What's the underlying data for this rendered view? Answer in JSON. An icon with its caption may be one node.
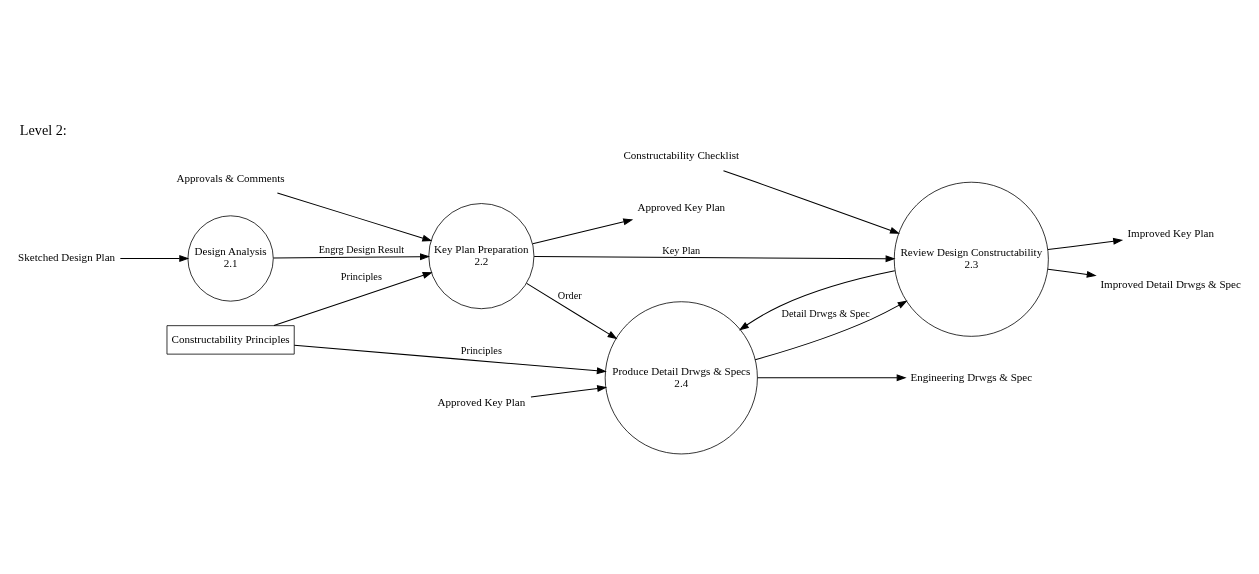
{
  "diagram": {
    "title": "Level 2:",
    "nodes": [
      {
        "text": [
          "Sketched Design Plan"
        ]
      },
      {
        "text": [
          "Design Analysis",
          "2.1"
        ]
      },
      {
        "text": [
          "Key Plan Preparation",
          "2.2"
        ]
      },
      {
        "text": [
          "Approved Key Plan"
        ]
      },
      {
        "text": [
          "Constructability Principles"
        ]
      },
      {
        "text": [
          "Approved Key Plan"
        ]
      },
      {
        "text": [
          "Produce Detail Drwgs & Specs",
          "2.4"
        ]
      },
      {
        "text": [
          "Approvals & Comments"
        ]
      },
      {
        "text": [
          "Review Design Constructability",
          "2.3"
        ]
      },
      {
        "text": [
          "Engineering Drwgs & Spec"
        ]
      },
      {
        "text": [
          "Improved Key Plan"
        ]
      },
      {
        "text": [
          "Improved Detail Drwgs & Spec"
        ]
      },
      {
        "text": [
          "Constructability Checklist"
        ]
      }
    ],
    "edges": [
      {
        "from": 0,
        "to": 1,
        "arrow": "to"
      },
      {
        "from": 1,
        "to": 2,
        "arrow": "to",
        "label": "Engrg Design Result"
      },
      {
        "from": 2,
        "to": 3,
        "arrow": "to"
      },
      {
        "from": 4,
        "to": 2,
        "arrow": "to",
        "label": "Principles"
      },
      {
        "from": 4,
        "to": 6,
        "arrow": "to",
        "label": "Principles"
      },
      {
        "from": 5,
        "to": 6,
        "arrow": "to"
      },
      {
        "from": 2,
        "to": 6,
        "arrow": "to",
        "label": "Order"
      },
      {
        "from": 7,
        "to": 2,
        "arrow": "to"
      },
      {
        "from": 2,
        "to": 8,
        "arrow": "to",
        "label": "Key Plan"
      },
      {
        "from": 6,
        "to": 8,
        "arrow": "to",
        "label": "Detail Drwgs & Spec"
      },
      {
        "from": 8,
        "to": 6,
        "arrow": "to"
      },
      {
        "from": 6,
        "to": 9,
        "arrow": "to"
      },
      {
        "from": 8,
        "to": 10,
        "arrow": "to"
      },
      {
        "from": 8,
        "to": 11,
        "arrow": "to"
      },
      {
        "from": 12,
        "to": 8,
        "arrow": "to"
      }
    ]
  }
}
